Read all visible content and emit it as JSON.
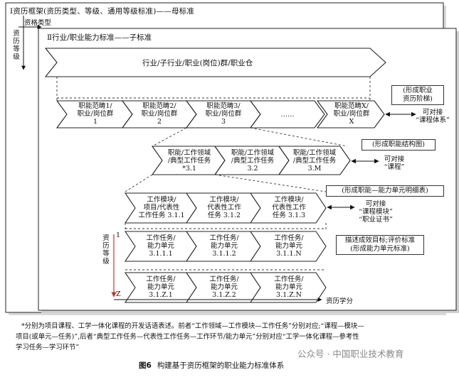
{
  "frames": {
    "outer_title": "Ⅰ资历框架(资历类型、等级、通用等级标准)——母标准",
    "outer_type_label": "资格类型",
    "outer_level_label": "资历等级",
    "inner_title": "Ⅱ行业/职业能力标准——子标准"
  },
  "row_industry": {
    "label": "行业/子行业/职业(岗位)群/职业仓"
  },
  "row_domains": [
    {
      "line1": "职能范畴1/",
      "line2": "职业/岗位群",
      "line3": "1"
    },
    {
      "line1": "职能范畴2/",
      "line2": "职业/岗位群",
      "line3": "2"
    },
    {
      "line1": "职能范畴3/",
      "line2": "职业/岗位群",
      "line3": "3"
    },
    {
      "line1": "……",
      "line2": "",
      "line3": ""
    },
    {
      "line1": "职能范畴X/",
      "line2": "职业/岗位群",
      "line3": "X"
    }
  ],
  "row_fields": [
    {
      "line1": "职能/工作领域",
      "line2": "/典型工作任务",
      "line3": "*3.1"
    },
    {
      "line1": "职能/工作领域",
      "line2": "/典型工作任务",
      "line3": "3.2"
    },
    {
      "line1": "职能/工作领域",
      "line2": "/典型工作任务",
      "line3": "3.M"
    }
  ],
  "row_modules": [
    {
      "line1": "工作模块/",
      "line2": "项目/代表性",
      "line3": "工作任务 3.1.1"
    },
    {
      "line1": "工作模块/",
      "line2": "代表性工作",
      "line3": "任务 3.1.2"
    },
    {
      "line1": "工作模块/",
      "line2": "代表性工作",
      "line3": "任务 3.1.3"
    }
  ],
  "row_units_1": [
    {
      "line1": "工作任务/",
      "line2": "能力单元",
      "line3": "3.1.1.1"
    },
    {
      "line1": "工作任务/",
      "line2": "能力单元",
      "line3": "3.1.1.2"
    },
    {
      "line1": "工作任务/",
      "line2": "能力单元",
      "line3": "3.1.1.N"
    }
  ],
  "row_units_z": [
    {
      "line1": "工作任务/",
      "line2": "能力单元",
      "line3": "3.1.Z.1"
    },
    {
      "line1": "工作任务/",
      "line2": "能力单元",
      "line3": "3.1.Z.2"
    },
    {
      "line1": "工作任务/",
      "line2": "能力单元",
      "line3": "3.1.Z.N"
    }
  ],
  "annotations": {
    "ladder_pill_l1": "(形成职业",
    "ladder_pill_l2": "资历阶梯)",
    "ladder_link_l1": "可对接",
    "ladder_link_l2": "“课程体系”",
    "structure_pill": "(形成职能结构图)",
    "structure_link_l1": "可对接",
    "structure_link_l2": "“课程”",
    "detail_pill": "(形成职能—能力单元明细表)",
    "detail_link_l1": "可对接",
    "detail_link_l2": "“课程模块”",
    "detail_link_l3": "“职业证书”",
    "std_pill_l1": "描述成效目标;评价标准",
    "std_pill_l2": "(形成能力单元标准)"
  },
  "axes": {
    "level_label": "资历等级",
    "level_top": "1",
    "level_bottom": "Z",
    "credit_label": "资历学分"
  },
  "footnote": {
    "line1": "*分别为项目课程、工学一体化课程的开发话语表述。前者“工作领域—工作模块—工作任务”分别对应;“课程—模块—",
    "line2": "项目(或单元—任务)”,后者“典型工作任务—代表性工作任务—工作环节/能力单元”分别对应“工学一体化课程—参考性",
    "line3": "学习任务—学习环节”"
  },
  "watermark": "公众号 · 中国职业技术教育",
  "caption": {
    "fig": "图6",
    "title": "构建基于资历框架的职业能力标准体系"
  }
}
